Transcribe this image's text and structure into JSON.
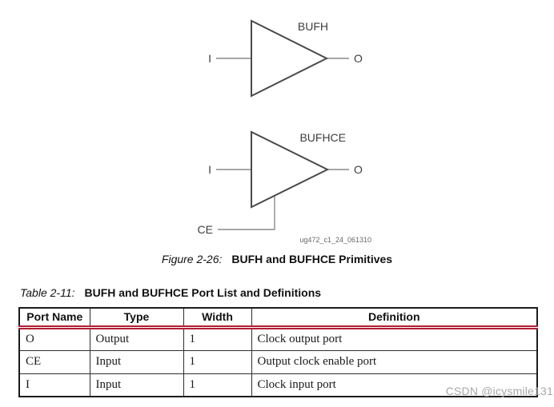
{
  "colors": {
    "header_rule": "#b01e33",
    "diagram_stroke": "#4a4a4a",
    "lead_stroke": "#8a8a8a",
    "watermark_color": "#a8a8a8"
  },
  "figure": {
    "caption_prefix": "Figure 2-26:",
    "caption_title": "BUFH and BUFHCE Primitives",
    "drawing_code": "ug472_c1_24_061310",
    "bufh": {
      "title": "BUFH",
      "input": "I",
      "output": "O"
    },
    "bufhce": {
      "title": "BUFHCE",
      "input": "I",
      "output": "O",
      "enable": "CE"
    }
  },
  "table": {
    "caption_prefix": "Table 2-11:",
    "caption_title": "BUFH and BUFHCE Port List and Definitions",
    "headers": [
      "Port Name",
      "Type",
      "Width",
      "Definition"
    ],
    "rows": [
      {
        "port": "O",
        "type": "Output",
        "width": "1",
        "definition": "Clock output port"
      },
      {
        "port": "CE",
        "type": "Input",
        "width": "1",
        "definition": "Output clock enable port"
      },
      {
        "port": "I",
        "type": "Input",
        "width": "1",
        "definition": "Clock input port"
      }
    ]
  },
  "watermark": {
    "text": "CSDN @icysmile131"
  }
}
